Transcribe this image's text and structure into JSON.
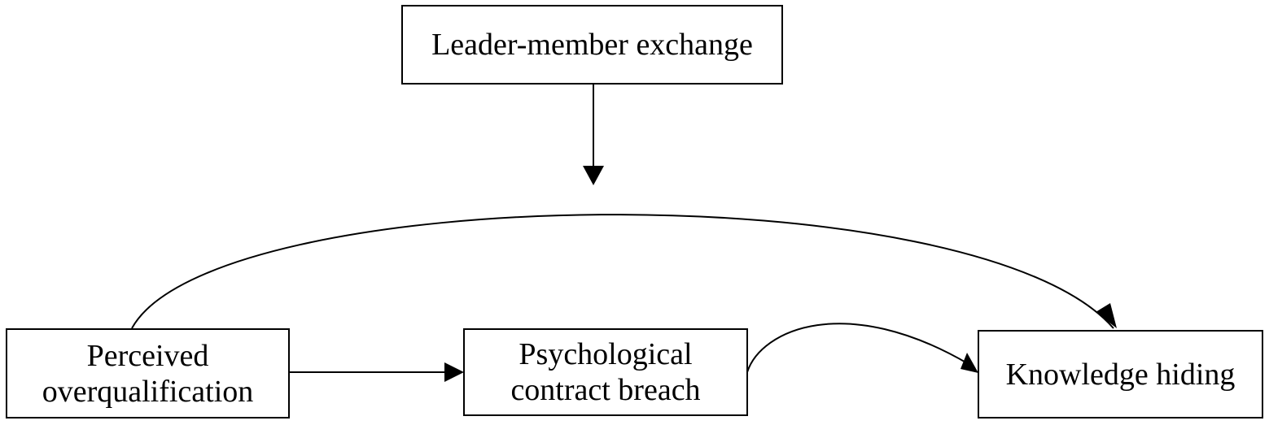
{
  "diagram": {
    "nodes": {
      "leader_member_exchange": {
        "lines": [
          "Leader-member exchange"
        ]
      },
      "perceived_overqualification": {
        "lines": [
          "Perceived",
          "overqualification"
        ]
      },
      "psychological_contract_breach": {
        "lines": [
          "Psychological",
          "contract breach"
        ]
      },
      "knowledge_hiding": {
        "lines": [
          "Knowledge hiding"
        ]
      }
    },
    "edges": [
      {
        "from": "perceived_overqualification",
        "to": "knowledge_hiding",
        "style": "curved-arrow"
      },
      {
        "from": "leader_member_exchange",
        "to": "perceived_overqualification->knowledge_hiding",
        "style": "moderation-arrow"
      },
      {
        "from": "perceived_overqualification",
        "to": "psychological_contract_breach",
        "style": "straight-arrow"
      },
      {
        "from": "psychological_contract_breach",
        "to": "knowledge_hiding",
        "style": "curved-arrow"
      }
    ],
    "colors": {
      "stroke": "#000000",
      "fill": "#ffffff"
    }
  }
}
